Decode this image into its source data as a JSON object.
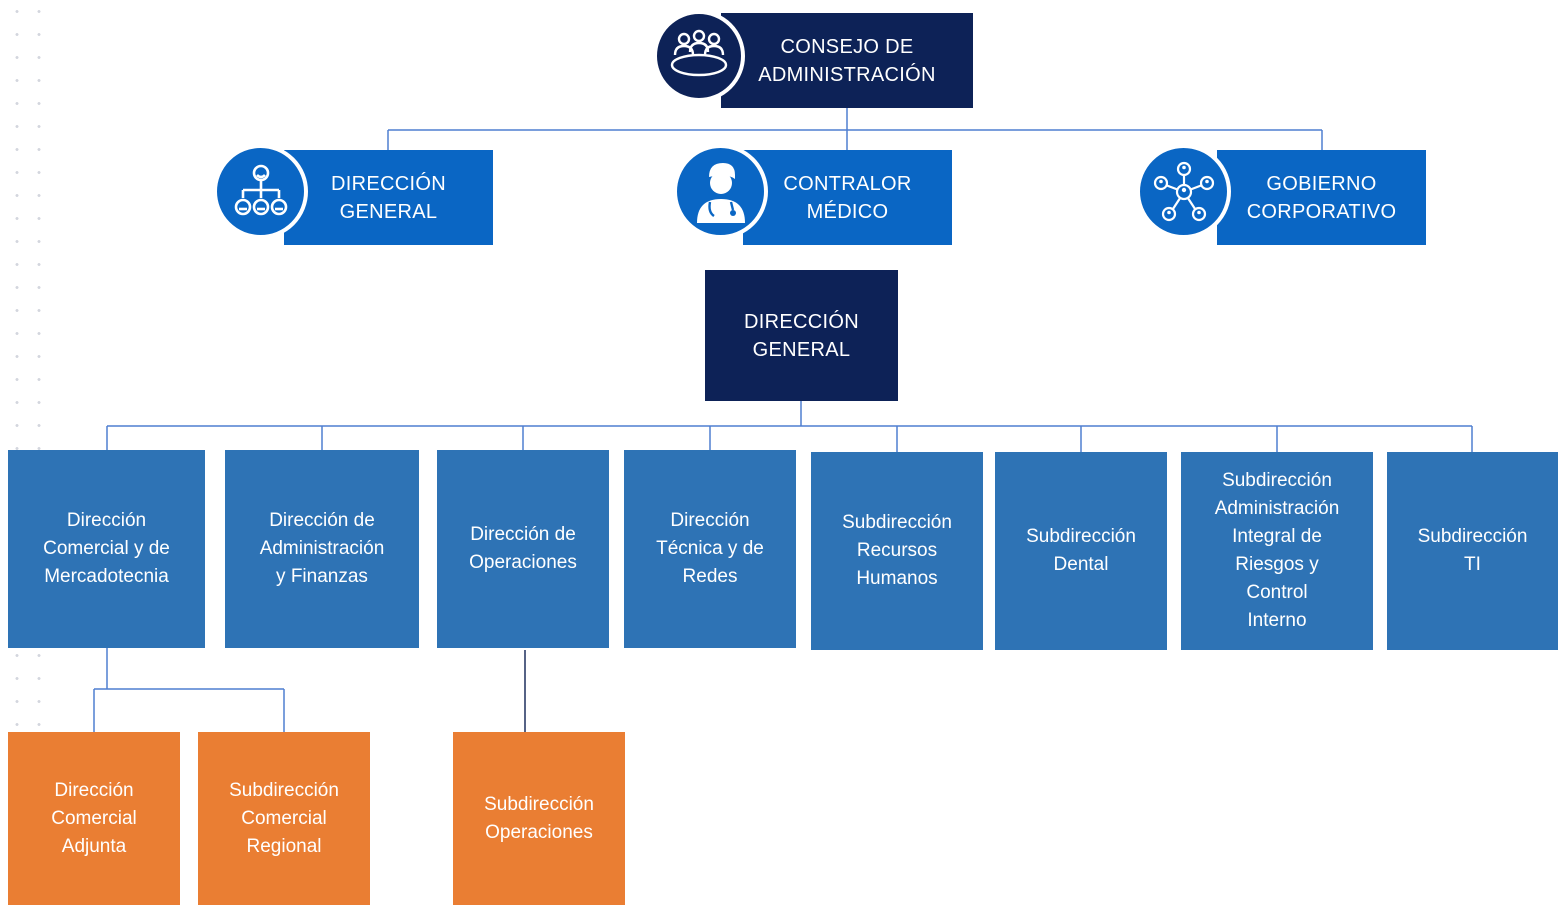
{
  "colors": {
    "navy": "#0d2257",
    "blue": "#0a66c4",
    "steel_blue": "#2e73b5",
    "orange": "#ea7e33",
    "connector": "#4f7fd0"
  },
  "top": {
    "board": {
      "label": "CONSEJO DE\nADMINISTRACIÓN",
      "icon": "meeting-table-icon"
    },
    "advisors": [
      {
        "label": "DIRECCIÓN\nGENERAL",
        "icon": "org-hierarchy-icon"
      },
      {
        "label": "CONTRALOR\nMÉDICO",
        "icon": "doctor-icon"
      },
      {
        "label": "GOBIERNO\nCORPORATIVO",
        "icon": "network-people-icon"
      }
    ]
  },
  "general_direction": {
    "label": "DIRECCIÓN\nGENERAL"
  },
  "units": [
    {
      "label": "Dirección\nComercial y de\nMercadotecnia"
    },
    {
      "label": "Dirección de\nAdministración\ny Finanzas"
    },
    {
      "label": "Dirección de\nOperaciones"
    },
    {
      "label": "Dirección\nTécnica y de\nRedes"
    },
    {
      "label": "Subdirección\nRecursos\nHumanos"
    },
    {
      "label": "Subdirección\nDental"
    },
    {
      "label": "Subdirección\nAdministración\nIntegral de\nRiesgos y\nControl\nInterno"
    },
    {
      "label": "Subdirección\nTI"
    }
  ],
  "sub_units": [
    {
      "label": "Dirección\nComercial\nAdjunta"
    },
    {
      "label": "Subdirección\nComercial\nRegional"
    },
    {
      "label": "Subdirección\nOperaciones"
    }
  ]
}
